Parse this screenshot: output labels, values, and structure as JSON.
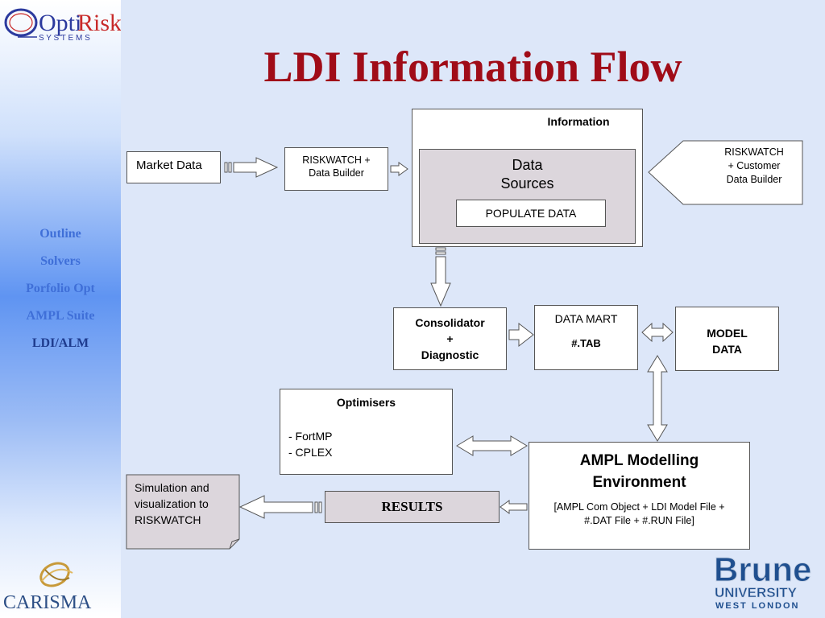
{
  "slide_title": "LDI Information Flow",
  "logos": {
    "optirisk_opti": "Opti",
    "optirisk_risk": "Risk",
    "optirisk_systems": "S Y S T E M S",
    "carisma": "CARISMA",
    "brunel_name": "Brunel",
    "brunel_university": "UNIVERSITY",
    "brunel_location": "WEST LONDON"
  },
  "sidebar": {
    "items": [
      {
        "label": "Outline"
      },
      {
        "label": "Solvers"
      },
      {
        "label": "Porfolio Opt"
      },
      {
        "label": "AMPL Suite"
      },
      {
        "label": "LDI/ALM"
      }
    ]
  },
  "diagram": {
    "market_data": "Market Data",
    "riskwatch_builder": {
      "line1": "RISKWATCH +",
      "line2": "Data Builder"
    },
    "information": {
      "label": "Information",
      "data_sources_line1": "Data",
      "data_sources_line2": "Sources",
      "populate": "POPULATE DATA"
    },
    "riskwatch_customer": {
      "line1": "RISKWATCH",
      "line2": "+ Customer",
      "line3": "Data  Builder"
    },
    "consolidator": {
      "line1": "Consolidator",
      "line2": "+",
      "line3": "Diagnostic"
    },
    "data_mart": {
      "line1": "DATA MART",
      "line2": "#.TAB"
    },
    "model_data": {
      "line1": "MODEL",
      "line2": "DATA"
    },
    "optimisers": {
      "title": "Optimisers",
      "item1": "- FortMP",
      "item2": "- CPLEX"
    },
    "ampl": {
      "title1": "AMPL Modelling",
      "title2": "Environment",
      "desc1": "[AMPL Com Object + LDI Model File +",
      "desc2": "#.DAT File + #.RUN File]"
    },
    "results": "RESULTS",
    "simulation": {
      "line1": "Simulation and",
      "line2": "visualization  to",
      "line3": "RISKWATCH"
    }
  },
  "colors": {
    "title": "#a00c18",
    "nav_text": "#3f6fd8",
    "box_gray": "#dcd6dc",
    "brunel_blue": "#1f4f8f"
  }
}
